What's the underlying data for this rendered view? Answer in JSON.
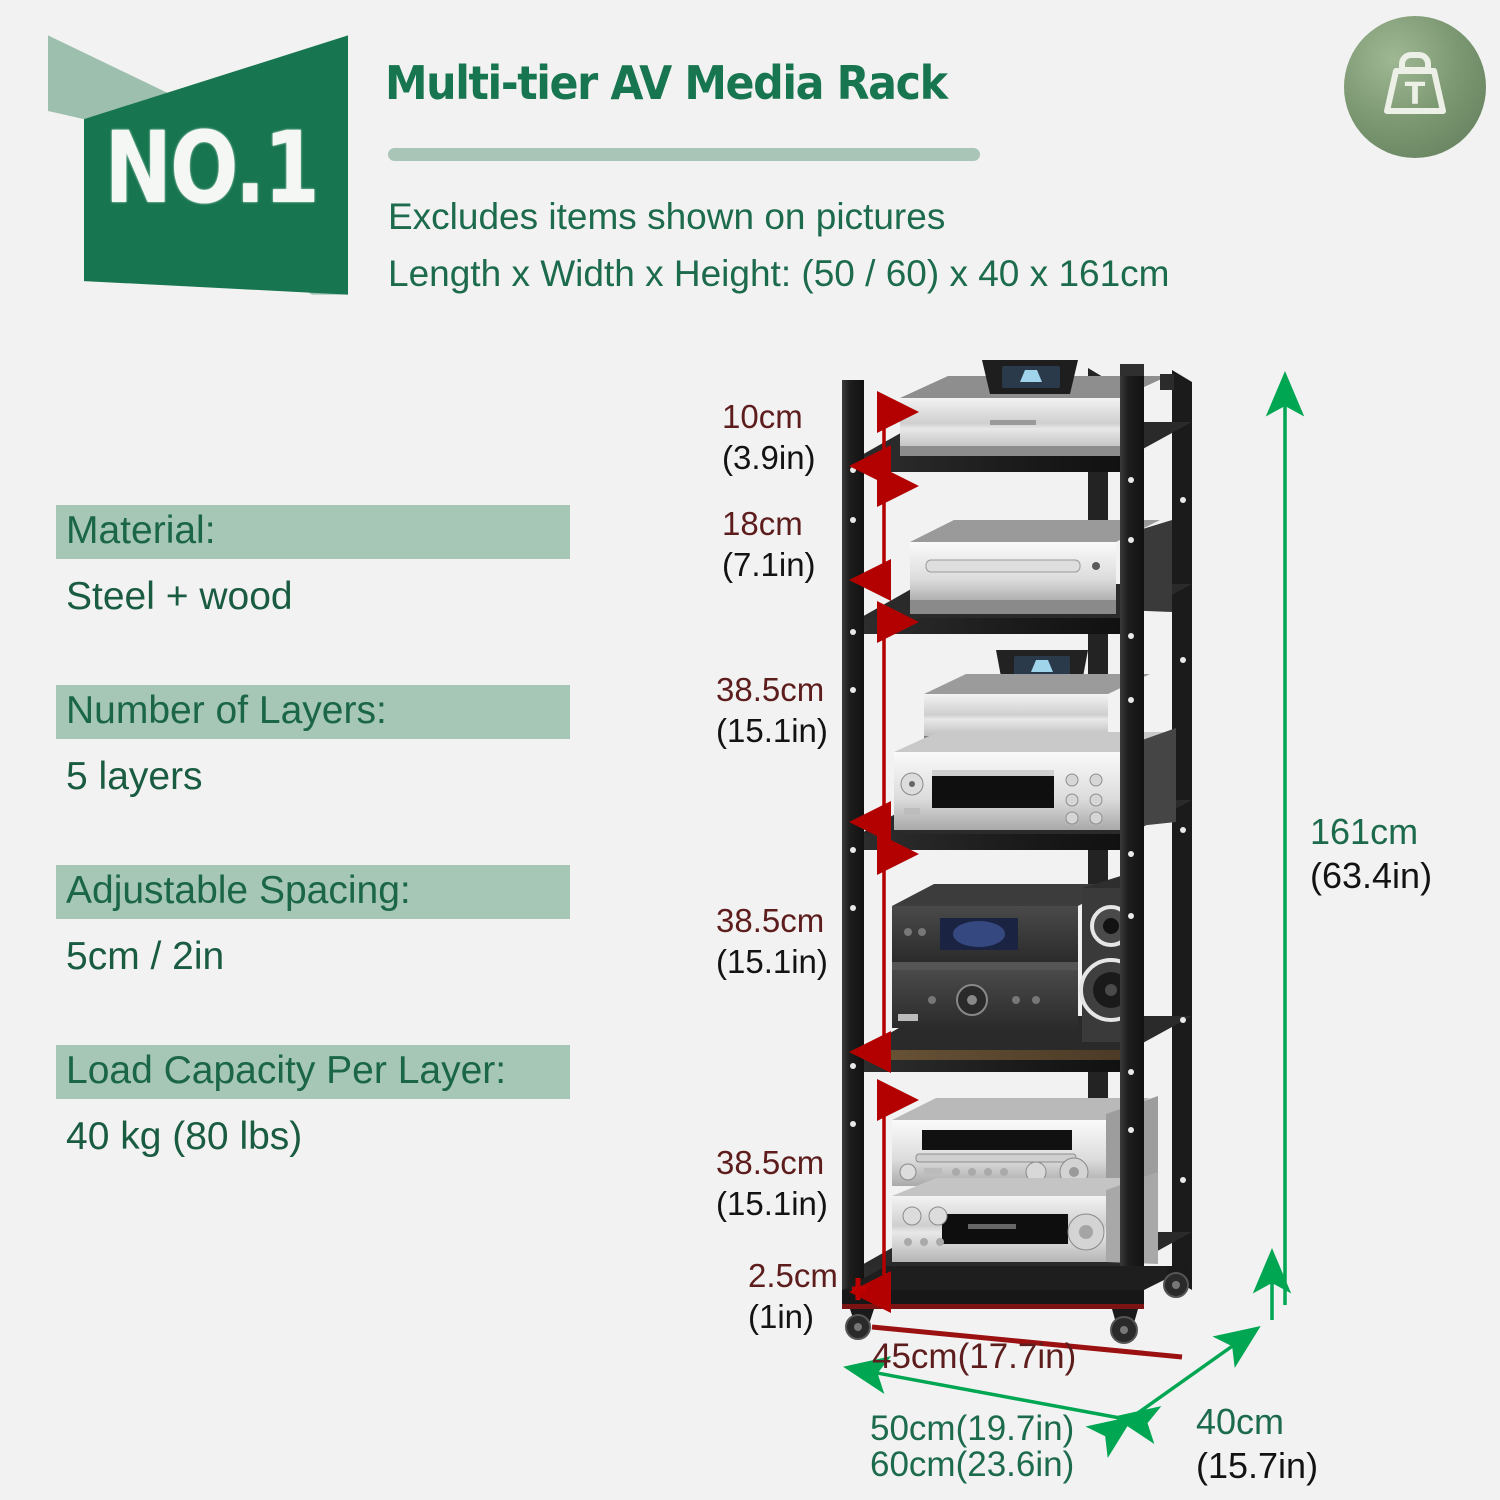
{
  "header": {
    "badge_text": "NO.1",
    "title": "Multi-tier AV Media Rack",
    "subtitle": "Excludes items shown on pictures\nLength x Width x Height: (50 / 60) x 40 x 161cm",
    "weight_icon": "weight-kettlebell-icon",
    "weight_icon_letter": "T"
  },
  "colors": {
    "brand_green": "#17764f",
    "sage": "#a6c7b5",
    "label_text": "#1a6647",
    "dim_red": "#5e1d1d",
    "dim_green": "#1d6b4d",
    "arrow_red": "#c00000",
    "arrow_green": "#00a651",
    "background": "#f2f2f2",
    "frame_black": "#242424"
  },
  "specs": [
    {
      "label": "Material:",
      "value": "Steel + wood"
    },
    {
      "label": "Number of Layers:",
      "value": "5 layers"
    },
    {
      "label": "Adjustable Spacing:",
      "value": "5cm / 2in"
    },
    {
      "label": "Load Capacity Per Layer:",
      "value": "40 kg (80 lbs)"
    }
  ],
  "dimensions": {
    "tier_gaps": [
      {
        "cm": "10cm",
        "in": "(3.9in)"
      },
      {
        "cm": "18cm",
        "in": "(7.1in)"
      },
      {
        "cm": "38.5cm",
        "in": "(15.1in)"
      },
      {
        "cm": "38.5cm",
        "in": "(15.1in)"
      },
      {
        "cm": "38.5cm",
        "in": "(15.1in)"
      }
    ],
    "caster_height": {
      "cm": "2.5cm",
      "in": "(1in)"
    },
    "inner_width": {
      "text": "45cm(17.7in)"
    },
    "total_height": {
      "cm": "161cm",
      "in": "(63.4in)"
    },
    "depth": {
      "cm": "40cm",
      "in": "(15.7in)"
    },
    "outer_width_a": {
      "text": "50cm(19.7in)"
    },
    "outer_width_b": {
      "text": "60cm(23.6in)"
    }
  }
}
